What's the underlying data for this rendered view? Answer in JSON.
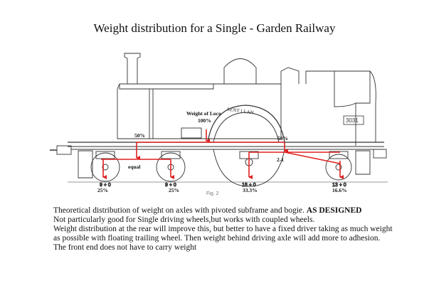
{
  "title": "Weight distribution for a Single - Garden Railway",
  "labels": {
    "weight_of_loco": "Weight of Loco",
    "total": "100%",
    "rear_half": "50%",
    "front_half": "50%",
    "equal": "equal",
    "ratio": "2-1",
    "axle1": "25%",
    "axle2": "25%",
    "axle3": "33.3%",
    "axle4": "16.6%",
    "fig": "Fig. 2",
    "cab_number": "3031",
    "nameplate": "AENT LLAN"
  },
  "description": {
    "line1": "Theoretical distribution of weight on axles with pivoted subframe and bogie.",
    "line1_bold": "AS DESIGNED",
    "line2": "Not particularly good for Single driving wheels,but works with coupled wheels.",
    "line3": "Weight distribution at the rear will improve this, but better to have a fixed driver taking as much weight",
    "line4": "as possible with floating trailing wheel. Then weight behind driving axle will add more to adhesion.",
    "line5": "The front end does not have to carry weight"
  },
  "colors": {
    "arrow": "#e02020",
    "drawing": "#333333",
    "text": "#111111"
  }
}
